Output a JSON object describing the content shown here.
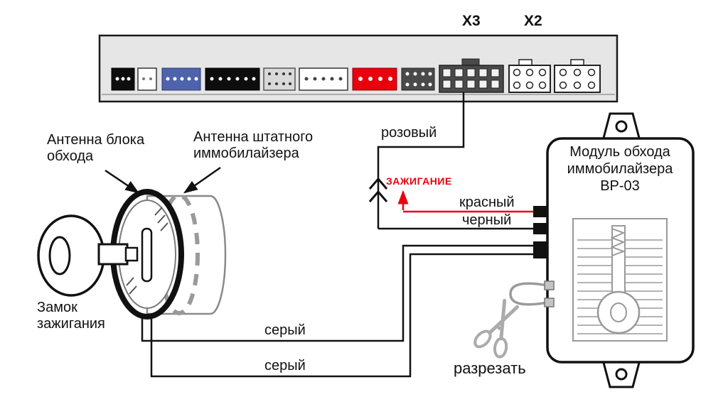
{
  "panel": {
    "x3_label": "X3",
    "x2_label": "X2"
  },
  "labels": {
    "bypass_antenna": "Антенна блока обхода",
    "stock_antenna": "Антенна штатного иммобилайзера",
    "ignition_lock": "Замок зажигания",
    "wire_pink": "розовый",
    "ignition": "ЗАЖИГАНИЕ",
    "wire_red": "красный",
    "wire_black": "черный",
    "wire_gray_top": "серый",
    "wire_gray_bottom": "серый",
    "cut": "разрезать"
  },
  "module": {
    "title_line1": "Модуль обхода",
    "title_line2": "иммобилайзера",
    "title_line3": "ВР-03"
  },
  "colors": {
    "wire_red": "#e8000d",
    "connector_red": "#e8000d",
    "connector_blue": "#4f63ac",
    "connector_dark": "#4a4a4a",
    "panel_fill": "#e6e6e6",
    "diagram_line": "#111111",
    "gray_detail": "#999999"
  }
}
